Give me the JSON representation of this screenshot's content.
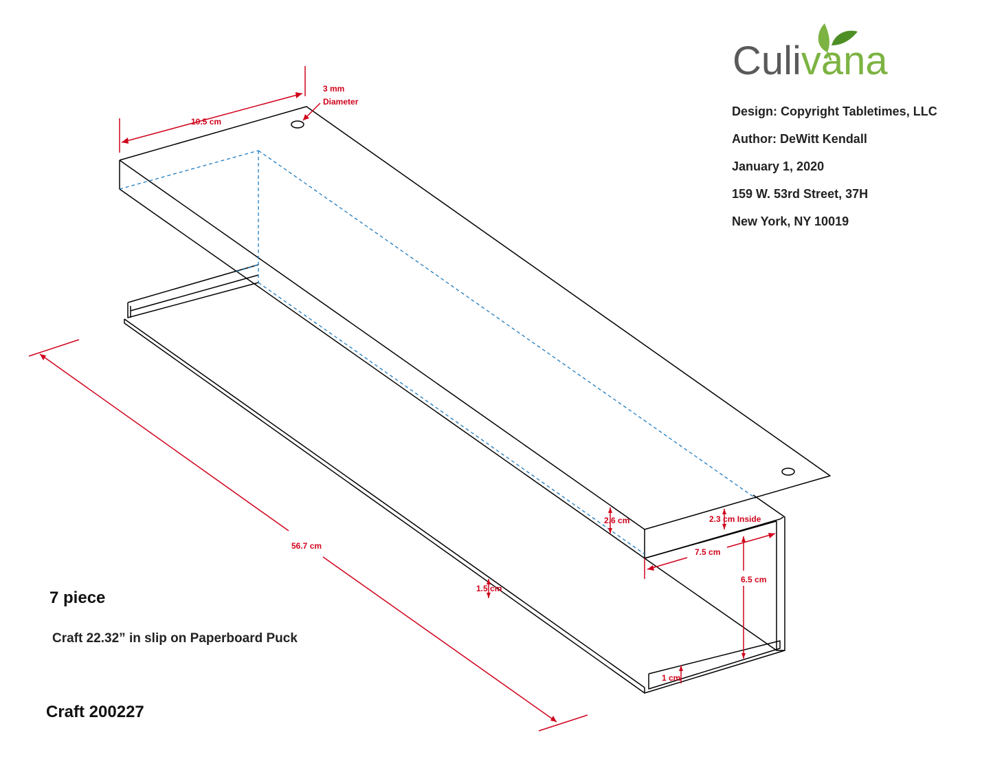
{
  "brand": {
    "name_part1": "Culi",
    "name_part2": "vana",
    "colors": {
      "text": "#5a5a5a",
      "leaf": "#7cb342"
    }
  },
  "info": {
    "design": "Design: Copyright Tabletimes, LLC",
    "author": "Author: DeWitt Kendall",
    "date": "January 1, 2020",
    "address1": "159 W. 53rd Street, 37H",
    "address2": "New York, NY 10019"
  },
  "piece_count": "7 piece",
  "description": "Craft 22.32” in slip on Paperboard Puck",
  "code": "Craft 200227",
  "dimensions": {
    "width_top": "10.5 cm",
    "hole_line1": "3 mm",
    "hole_line2": "Diameter",
    "length": "56.7 cm",
    "top_thickness": "2.6 cm",
    "inside_gap": "2.3 cm Inside",
    "inner_width": "7.5 cm",
    "height": "6.5 cm",
    "base_lip": "1.5 cm",
    "end_lip": "1 cm"
  },
  "colors": {
    "dimension": "#d0021b",
    "hidden_line": "#1f7bc0",
    "outline": "#000000"
  }
}
